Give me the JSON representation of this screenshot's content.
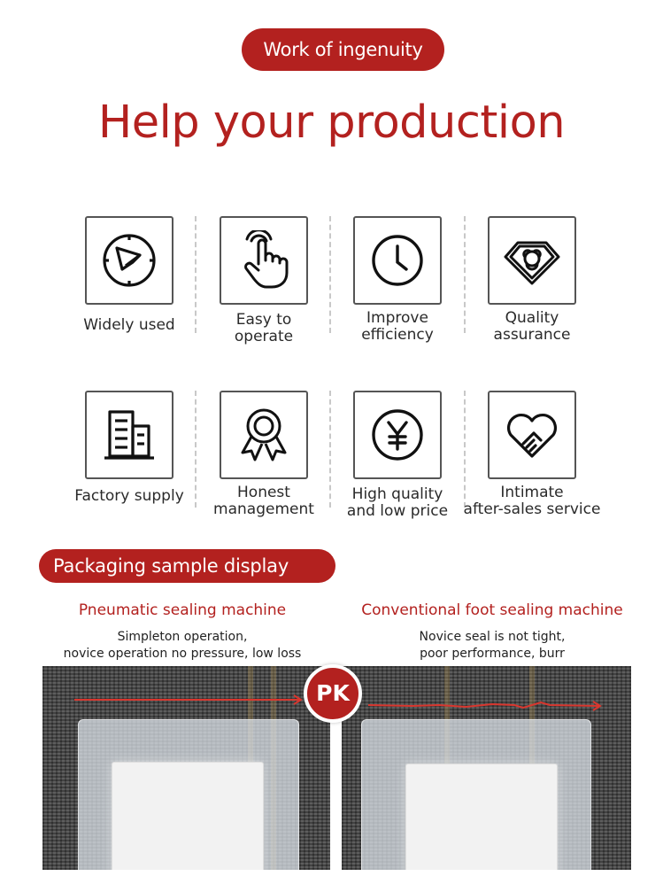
{
  "header": {
    "badge": "Work of ingenuity",
    "title": "Help your production"
  },
  "features": [
    {
      "label": "Widely used",
      "icon": "compass-icon"
    },
    {
      "label": "Easy to\noperate",
      "icon": "touch-hand-icon"
    },
    {
      "label": "Improve\nefficiency",
      "icon": "clock-icon"
    },
    {
      "label": "Quality\nassurance",
      "icon": "diamond-icon"
    },
    {
      "label": "Factory supply",
      "icon": "factory-building-icon"
    },
    {
      "label": "Honest\nmanagement",
      "icon": "award-ribbon-icon"
    },
    {
      "label": "High quality\nand low price",
      "icon": "yen-coin-icon"
    },
    {
      "label": "Intimate\nafter-sales service",
      "icon": "heart-handshake-icon"
    }
  ],
  "section": {
    "title": "Packaging sample display"
  },
  "comparison": {
    "left": {
      "title": "Pneumatic sealing machine",
      "desc": "Simpleton operation,\nnovice operation no pressure, low loss"
    },
    "right": {
      "title": "Conventional foot sealing machine",
      "desc": "Novice seal is not tight,\npoor performance, burr"
    },
    "badge": "PK"
  },
  "colors": {
    "accent": "#b3211f",
    "seal_line": "#d9362e"
  }
}
